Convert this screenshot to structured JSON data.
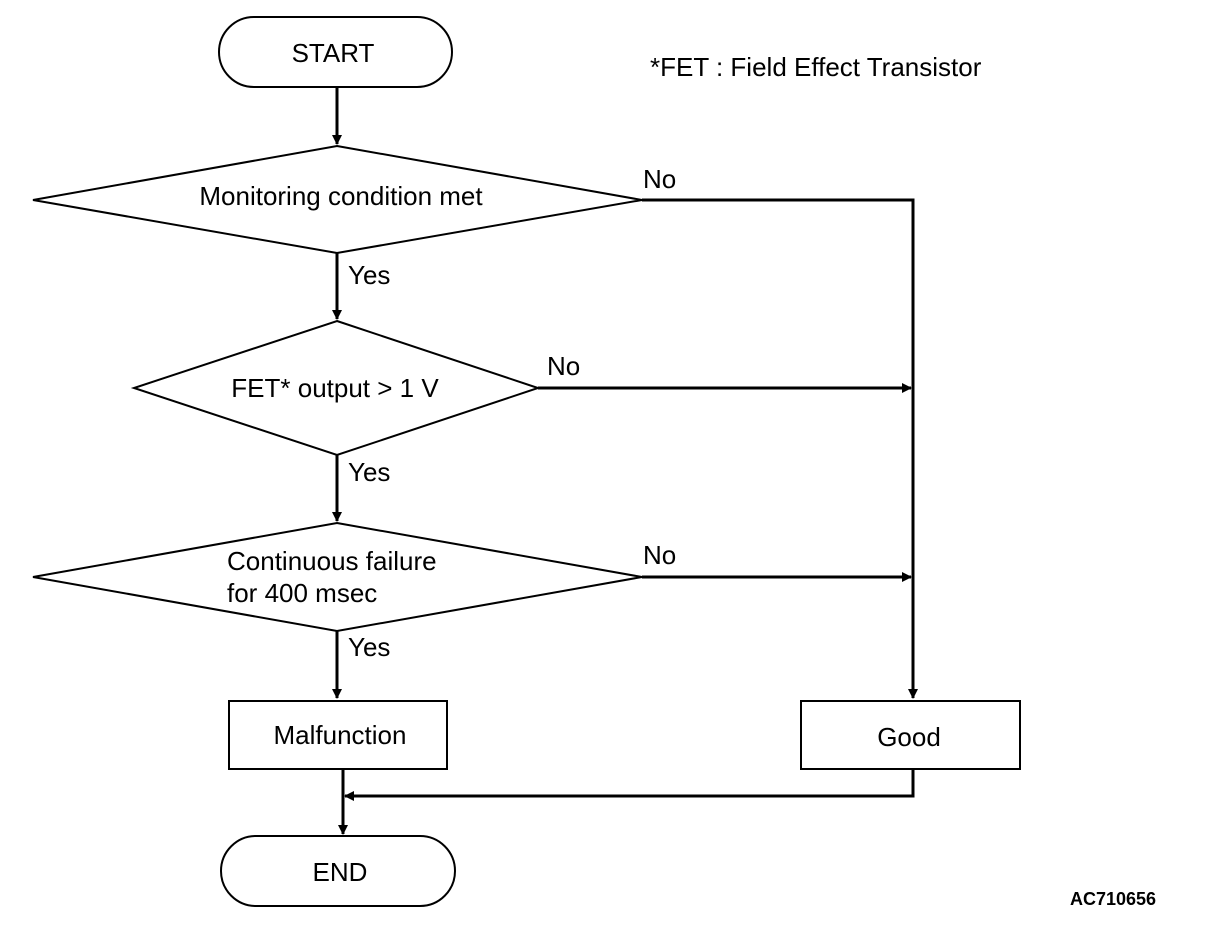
{
  "note": "*FET : Field Effect Transistor",
  "figure_id": "AC710656",
  "nodes": {
    "start": "START",
    "monitoring": "Monitoring condition met",
    "fet": "FET* output > 1 V",
    "continuous_line1": "Continuous failure",
    "continuous_line2": "for 400 msec",
    "malfunction": "Malfunction",
    "good": "Good",
    "end": "END"
  },
  "edge_labels": {
    "monitoring_yes": "Yes",
    "monitoring_no": "No",
    "fet_yes": "Yes",
    "fet_no": "No",
    "continuous_yes": "Yes",
    "continuous_no": "No"
  }
}
